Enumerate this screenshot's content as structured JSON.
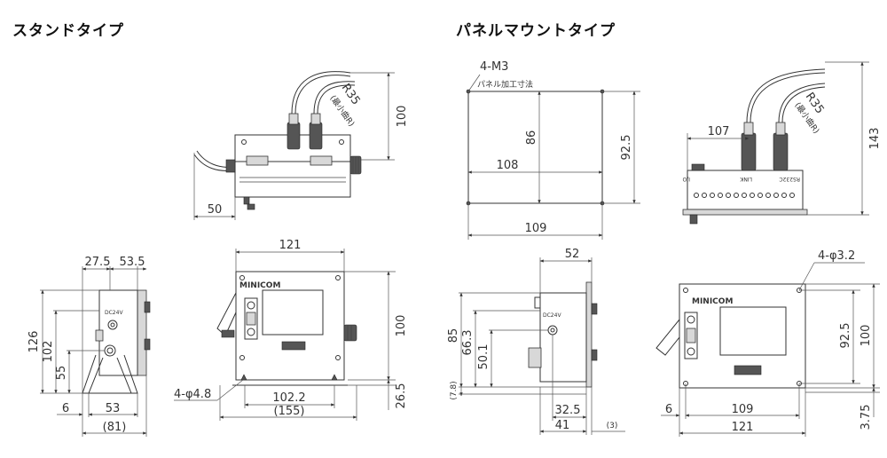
{
  "headings": {
    "stand_type": "スタンドタイプ",
    "panel_mount_type": "パネルマウントタイプ"
  },
  "stand_side": {
    "radius": "R35",
    "radius_note": "(最小曲R)",
    "dim_height": "100",
    "dim_left": "50"
  },
  "stand_front": {
    "dim_width": "121",
    "dim_height": "100",
    "dim_bottom": "26.5",
    "dim_hole_span": "102.2",
    "dim_base": "(155)",
    "hole_label": "4-φ4.8",
    "brand": "MINICOM"
  },
  "stand_profile": {
    "dim_top_a": "27.5",
    "dim_top_b": "53.5",
    "dim_126": "126",
    "dim_102": "102",
    "dim_55": "55",
    "dim_6": "6",
    "dim_53": "53",
    "dim_81": "(81)",
    "label_dc": "DC24V"
  },
  "panel_cutout": {
    "label_m3": "4-M3",
    "label_cut": "パネル加工寸法",
    "dim_86": "86",
    "dim_108": "108",
    "dim_92_5": "92.5",
    "dim_109": "109"
  },
  "panel_side": {
    "dim_107": "107",
    "radius": "R35",
    "radius_note": "(最小曲R)",
    "dim_143": "143",
    "label_rs": "RS232C",
    "label_link": "LINK",
    "label_io": "I/O"
  },
  "panel_profile": {
    "dim_52": "52",
    "dim_85": "85",
    "dim_66_3": "66.3",
    "dim_50_1": "50.1",
    "dim_7_8": "(7.8)",
    "dim_32_5": "32.5",
    "dim_41": "41",
    "dim_3": "(3)",
    "label_dc": "DC24V"
  },
  "panel_front": {
    "hole_label": "4-φ3.2",
    "dim_92_5": "92.5",
    "dim_100": "100",
    "dim_6": "6",
    "dim_109": "109",
    "dim_121": "121",
    "dim_3_75": "3.75",
    "brand": "MINICOM"
  }
}
